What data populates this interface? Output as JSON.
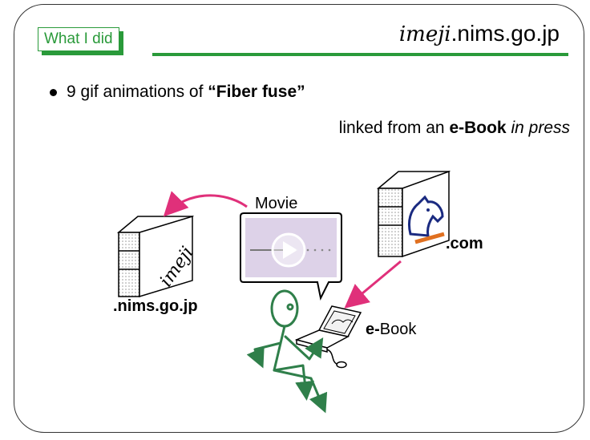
{
  "slide": {
    "tag": "What I did",
    "brand_logo": "imeji",
    "brand_suffix": ".nims.go.jp",
    "bullet": {
      "prefix": "9 gif animations of ",
      "quote_open": "“",
      "emphasis": "Fiber fuse",
      "quote_close": "”"
    },
    "subline": {
      "pre": "linked from an ",
      "bold": "e-Book",
      "space": " ",
      "italic": "in press"
    }
  },
  "diagram": {
    "movie_label": "Movie",
    "server_left_logo": "imeji",
    "server_left_label": ".nims.go.jp",
    "server_right_label": ".com",
    "ebook_bold": "e-",
    "ebook_rest": "Book"
  },
  "colors": {
    "accent_green": "#2a9a3a",
    "arrow_magenta": "#e0307a",
    "figure_green": "#2f7f4a",
    "logo_orange": "#e07020",
    "knight_blue": "#1a2a80"
  }
}
